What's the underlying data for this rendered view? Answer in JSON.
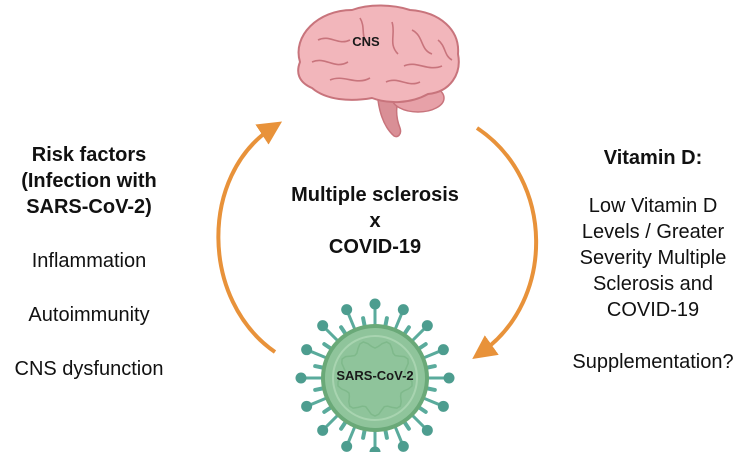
{
  "center": {
    "line1": "Multiple sclerosis",
    "line2": "x",
    "line3": "COVID-19"
  },
  "brain": {
    "label": "CNS",
    "icon": "brain-icon"
  },
  "virus": {
    "label": "SARS-CoV-2",
    "icon": "virus-icon"
  },
  "left": {
    "title_lines": [
      "Risk factors",
      "(Infection with",
      "SARS-CoV-2)"
    ],
    "items": [
      "Inflammation",
      "Autoimmunity",
      "CNS dysfunction"
    ]
  },
  "right": {
    "title": "Vitamin D:",
    "body_lines": [
      "Low Vitamin D",
      "Levels / Greater",
      "Severity Multiple",
      "Sclerosis and",
      "COVID-19"
    ],
    "question": "Supplementation?"
  },
  "colors": {
    "arrow": "#e8923a",
    "brain_fill": "#f2b6bb",
    "brain_stroke": "#c8747c",
    "brainstem": "#d98f96",
    "virus_fill": "#8fc49b",
    "virus_ring": "#6aa978",
    "spike": "#5aab9c",
    "spike_tip": "#4d9d8f"
  }
}
